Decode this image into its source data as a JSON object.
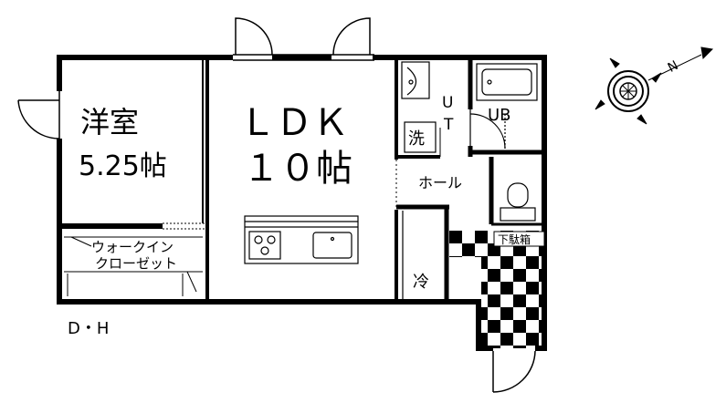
{
  "floor_plan": {
    "rooms": {
      "western_room": {
        "name": "洋室",
        "size": "5.25帖"
      },
      "ldk": {
        "name": "ＬＤＫ",
        "size": "１０帖"
      },
      "walk_in_closet": {
        "line1": "ウォークイン",
        "line2": "クローゼット"
      },
      "utility": {
        "line1": "U",
        "line2": "T"
      },
      "unit_bath": "UB",
      "hall": "ホール",
      "shoe_cabinet": "下駄箱"
    },
    "fixtures": {
      "washer": "洗",
      "fridge": "冷"
    },
    "notes": {
      "dh": "D・H"
    }
  },
  "colors": {
    "wall": "#000000",
    "background": "#ffffff",
    "tile": "#000000"
  },
  "icons": {
    "compass": "compass-rose-icon",
    "north_marker": "N"
  }
}
